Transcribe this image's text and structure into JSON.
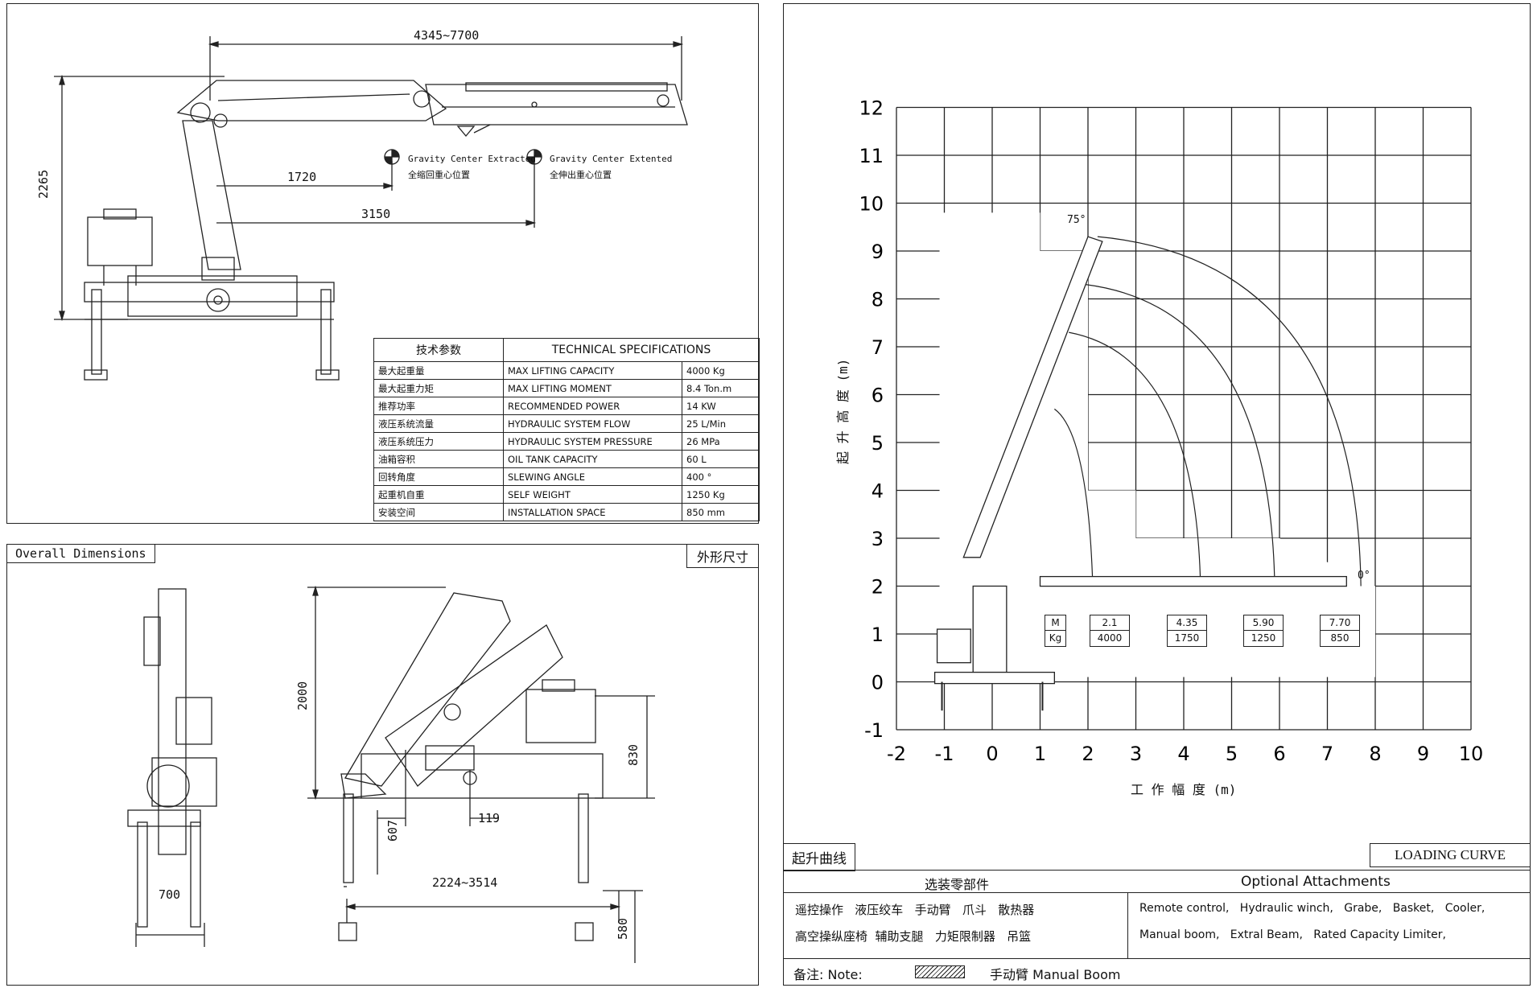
{
  "side_view": {
    "dims": {
      "overall": "4345~7700",
      "height": "2265",
      "d1": "1720",
      "d2": "3150"
    },
    "legend": [
      {
        "en": "Gravity Center Extracted",
        "zh": "全缩回重心位置"
      },
      {
        "en": "Gravity Center Extented",
        "zh": "全伸出重心位置"
      }
    ]
  },
  "spec_table": {
    "title_zh": "技术参数",
    "title_en": "TECHNICAL SPECIFICATIONS",
    "rows": [
      {
        "zh": "最大起重量",
        "en": "MAX LIFTING CAPACITY",
        "val": "4000 Kg"
      },
      {
        "zh": "最大起重力矩",
        "en": "MAX LIFTING MOMENT",
        "val": "8.4 Ton.m"
      },
      {
        "zh": "推荐功率",
        "en": "RECOMMENDED POWER",
        "val": "14 KW"
      },
      {
        "zh": "液压系统流量",
        "en": "HYDRAULIC SYSTEM FLOW",
        "val": "25 L/Min"
      },
      {
        "zh": "液压系统压力",
        "en": "HYDRAULIC SYSTEM PRESSURE",
        "val": "26 MPa"
      },
      {
        "zh": "油箱容积",
        "en": "OIL TANK CAPACITY",
        "val": "60 L"
      },
      {
        "zh": "回转角度",
        "en": "SLEWING ANGLE",
        "val": "400 °"
      },
      {
        "zh": "起重机自重",
        "en": "SELF WEIGHT",
        "val": "1250 Kg"
      },
      {
        "zh": "安装空间",
        "en": "INSTALLATION SPACE",
        "val": "850 mm"
      }
    ]
  },
  "overall": {
    "title_en": "Overall Dimensions",
    "title_zh": "外形尺寸",
    "dims": {
      "width": "700",
      "height": "2000",
      "h830": "830",
      "d119": "119",
      "d607": "607",
      "span": "2224~3514",
      "d580": "580"
    }
  },
  "loading_curve": {
    "title_zh": "起升曲线",
    "title_en": "LOADING CURVE",
    "angle_top": "75°",
    "angle_bottom": "0°",
    "ylabel": "起 升 高 度 (m)",
    "xlabel": "工 作 幅 度 (m)",
    "x_ticks": [
      "-2",
      "-1",
      "0",
      "1",
      "2",
      "3",
      "4",
      "5",
      "6",
      "7",
      "8",
      "9",
      "10"
    ],
    "y_ticks": [
      "-1",
      "0",
      "1",
      "2",
      "3",
      "4",
      "5",
      "6",
      "7",
      "8",
      "9",
      "10",
      "11",
      "12"
    ],
    "load_table": {
      "head": {
        "top": "M",
        "bottom": "Kg"
      },
      "points": [
        {
          "m": "2.1",
          "kg": "4000"
        },
        {
          "m": "4.35",
          "kg": "1750"
        },
        {
          "m": "5.90",
          "kg": "1250"
        },
        {
          "m": "7.70",
          "kg": "850"
        }
      ]
    }
  },
  "attachments": {
    "title_zh": "选装零部件",
    "title_en": "Optional Attachments",
    "zh_line1": "遥控操作   液压绞车   手动臂   爪斗   散热器",
    "zh_line2": "高空操纵座椅  辅助支腿   力矩限制器   吊篮",
    "en_line1": "Remote control,   Hydraulic winch,   Grabe,   Basket,   Cooler,",
    "en_line2": "Manual boom,   Extral Beam,   Rated Capacity Limiter,",
    "note_label": "备注: Note:",
    "note_text": "手动臂 Manual Boom"
  }
}
